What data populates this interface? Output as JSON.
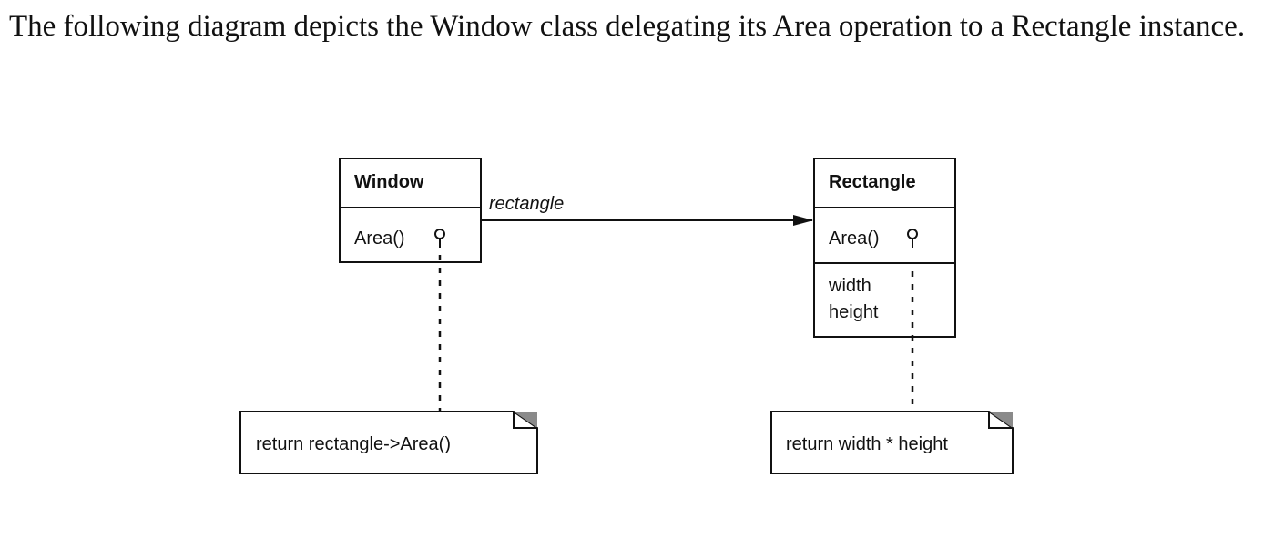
{
  "caption": {
    "text": "The following diagram depicts the Window class delegating its Area operation to a Rectangle instance."
  },
  "diagram": {
    "window_class": {
      "name": "Window",
      "operations": [
        "Area()"
      ]
    },
    "rectangle_class": {
      "name": "Rectangle",
      "operations": [
        "Area()"
      ],
      "attributes": [
        "width",
        "height"
      ]
    },
    "association": {
      "label": "rectangle"
    },
    "notes": {
      "window_note": "return rectangle->Area()",
      "rectangle_note": "return width * height"
    }
  }
}
